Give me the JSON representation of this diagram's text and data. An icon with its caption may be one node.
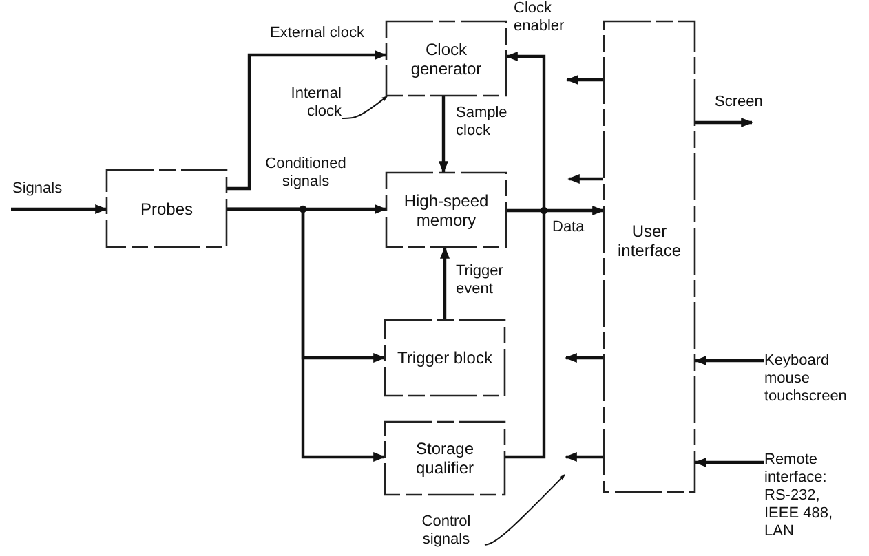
{
  "diagram": {
    "nodes": [
      {
        "text": [
          "Probes"
        ]
      },
      {
        "text": [
          "Clock generator"
        ]
      },
      {
        "text": [
          "High-speed memory"
        ]
      },
      {
        "text": [
          "Trigger block"
        ]
      },
      {
        "text": [
          "Storage qualifier"
        ]
      },
      {
        "text": [
          "User interface"
        ]
      },
      {
        "text": [
          "Internal clock"
        ]
      },
      {
        "text": [
          "Keyboard mouse touchscreen"
        ]
      },
      {
        "text": [
          "Remote interface: RS-232, IEEE 488, LAN"
        ]
      },
      {
        "text": [
          "Control signals"
        ]
      }
    ],
    "edges": [
      {
        "from": null,
        "to": 0,
        "arrow": "to",
        "label": "Signals"
      },
      {
        "from": 0,
        "to": 1,
        "arrow": "to",
        "label": "External clock"
      },
      {
        "from": 0,
        "to": 2,
        "arrow": "to",
        "label": "Conditioned signals"
      },
      {
        "from": 0,
        "to": 3,
        "arrow": "to"
      },
      {
        "from": 0,
        "to": 4,
        "arrow": "to"
      },
      {
        "from": 6,
        "to": 1,
        "arrow": "to"
      },
      {
        "from": 1,
        "to": 2,
        "arrow": "to",
        "label": "Sample clock"
      },
      {
        "from": 3,
        "to": 2,
        "arrow": "to",
        "label": "Trigger event"
      },
      {
        "from": 4,
        "to": 1,
        "arrow": "to",
        "label": "Clock enabler"
      },
      {
        "from": 2,
        "to": 5,
        "arrow": "to",
        "label": "Data"
      },
      {
        "from": 5,
        "to": null,
        "arrow": "to"
      },
      {
        "from": 5,
        "to": null,
        "arrow": "to"
      },
      {
        "from": 5,
        "to": null,
        "arrow": "to"
      },
      {
        "from": 5,
        "to": null,
        "arrow": "to"
      },
      {
        "from": 5,
        "to": null,
        "arrow": "to",
        "label": "Screen"
      },
      {
        "from": 7,
        "to": 5,
        "arrow": "to"
      },
      {
        "from": 8,
        "to": 5,
        "arrow": "to"
      },
      {
        "from": 9,
        "to": null,
        "arrow": "to"
      }
    ]
  }
}
